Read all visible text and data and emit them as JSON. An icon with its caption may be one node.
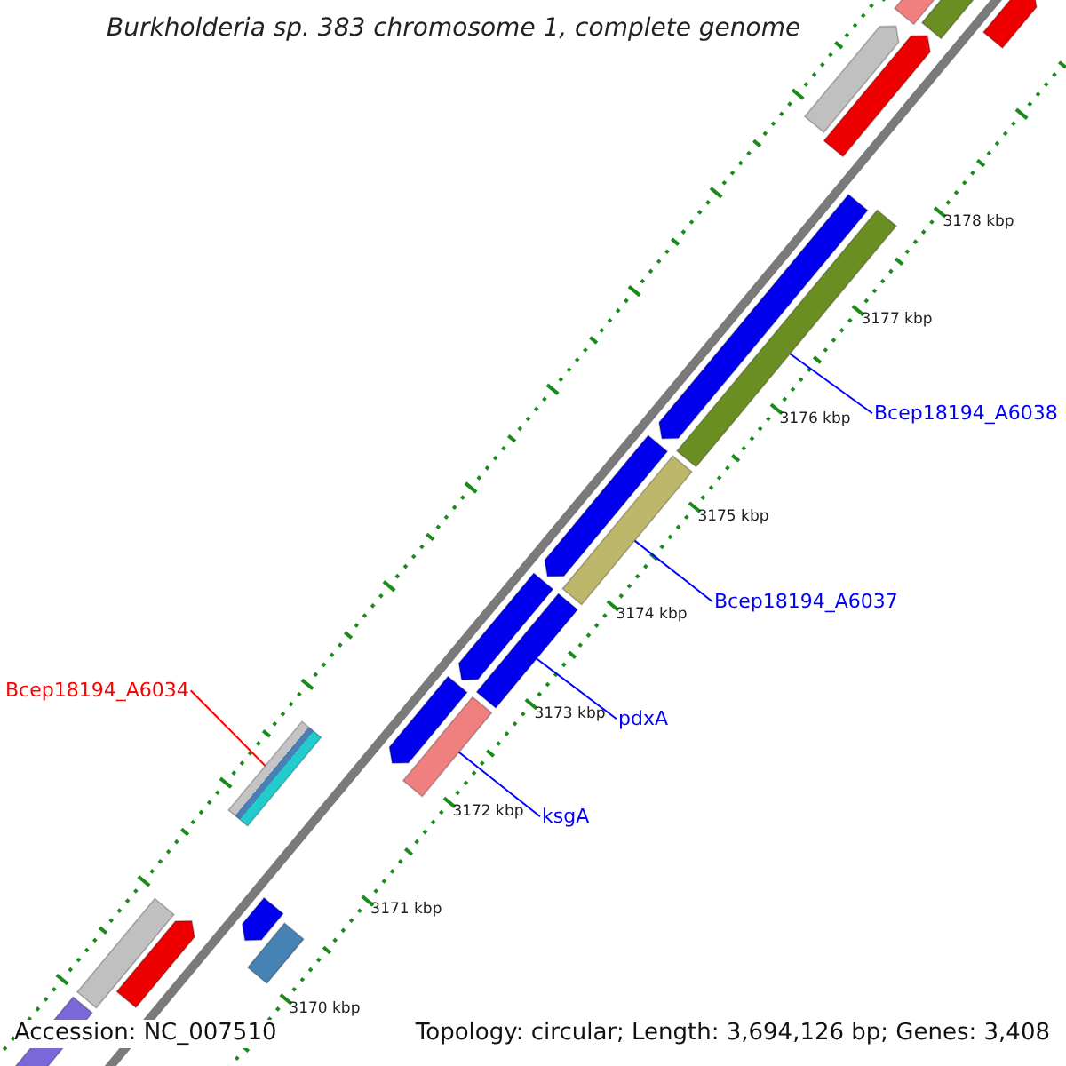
{
  "diagram": {
    "title": "Burkholderia sp. 383 chromosome 1, complete genome",
    "nodes": [
      {
        "text": [
          "Bcep18194_A6038"
        ]
      },
      {
        "text": [],
        "shape": "bar"
      },
      {
        "text": [
          "Bcep18194_A6037"
        ]
      },
      {
        "text": [],
        "shape": "bar"
      },
      {
        "text": [
          "pdxA"
        ]
      },
      {
        "text": [],
        "shape": "bar"
      },
      {
        "text": [
          "ksgA"
        ]
      },
      {
        "text": [],
        "shape": "bar"
      },
      {
        "text": [
          "Bcep18194_A6034"
        ]
      },
      {
        "text": [],
        "shape": "bar"
      },
      {
        "text": [],
        "shape": "bar"
      },
      {
        "text": [],
        "shape": "bar"
      },
      {
        "text": [],
        "shape": "bar"
      },
      {
        "text": [],
        "shape": "bar"
      },
      {
        "text": [],
        "shape": "bar"
      },
      {
        "text": [],
        "shape": "bar"
      },
      {
        "text": [],
        "shape": "bar"
      },
      {
        "text": [],
        "shape": "bar"
      },
      {
        "text": [],
        "shape": "bar"
      },
      {
        "text": [],
        "shape": "bar"
      },
      {
        "text": [],
        "shape": "bar"
      },
      {
        "text": [],
        "shape": "bar"
      },
      {
        "text": [],
        "shape": "bar"
      },
      {
        "text": [],
        "shape": "bar"
      }
    ],
    "edges": [
      {
        "from": 0,
        "to": 1,
        "arrow": "none"
      },
      {
        "from": 2,
        "to": 3,
        "arrow": "none"
      },
      {
        "from": 4,
        "to": 5,
        "arrow": "none"
      },
      {
        "from": 6,
        "to": 7,
        "arrow": "none"
      },
      {
        "from": 8,
        "to": 9,
        "arrow": "none",
        "color": "#ff0000"
      }
    ],
    "labels": [
      "3178 kbp",
      "3177 kbp",
      "3176 kbp",
      "3175 kbp",
      "3174 kbp",
      "3173 kbp",
      "3172 kbp",
      "3171 kbp",
      "3170 kbp",
      "Accession: NC_007510",
      "Topology: circular; Length: 3,694,126 bp; Genes: 3,408"
    ]
  }
}
